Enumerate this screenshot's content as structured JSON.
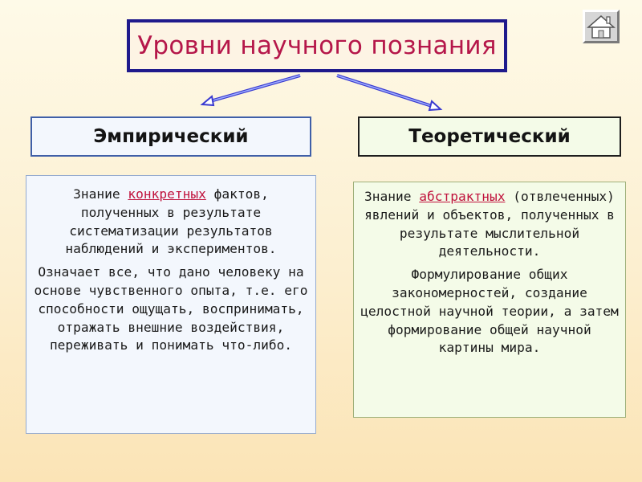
{
  "title": "Уровни научного познания",
  "nav": {
    "home_icon": "home-icon"
  },
  "colors": {
    "title_text": "#b5174a",
    "title_border": "#1f1a8c",
    "highlight_text": "#c0123c",
    "arrow": "#3a3ad0"
  },
  "empirical": {
    "heading": "Эмпирический",
    "p1_before": "Знание ",
    "p1_highlight": "конкретных",
    "p1_after": " фактов, полученных в результате систематизации результатов наблюдений и экспериментов.",
    "p2": "Означает все, что дано человеку на основе чувственного опыта, т.е. его способности ощущать, воспринимать, отражать внешние воздействия, переживать и понимать что-либо."
  },
  "theoretical": {
    "heading": "Теоретический",
    "p1_before": "Знание ",
    "p1_highlight": "абстрактных",
    "p1_after": " (отвлеченных) явлений и объектов, полученных в результате мыслительной деятельности.",
    "p2": "Формулирование общих закономерностей, создание целостной научной теории, а затем формирование общей научной картины мира."
  }
}
